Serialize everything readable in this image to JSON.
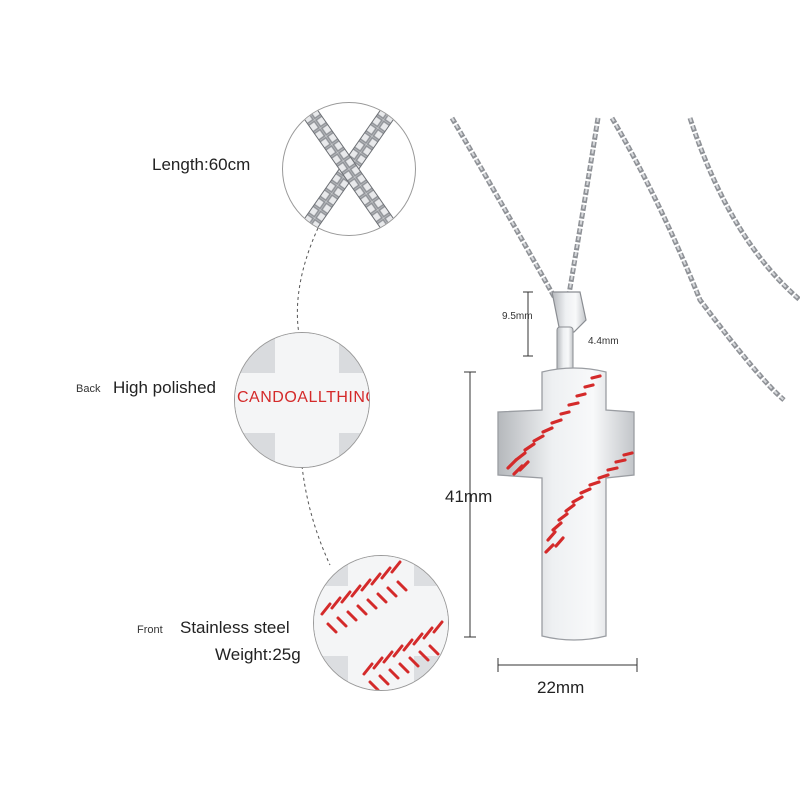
{
  "labels": {
    "length": "Length:60cm",
    "back_prefix": "Back",
    "back_text": "High polished",
    "front_prefix": "Front",
    "front_text": "Stainless steel",
    "weight": "Weight:25g"
  },
  "engraving": "CANDOALLTHING",
  "dimensions": {
    "bail_height": "9.5mm",
    "bail_width": "4.4mm",
    "cross_height": "41mm",
    "cross_width": "22mm"
  },
  "colors": {
    "stitch_red": "#d42a2a",
    "steel": "#c9ccd0",
    "dashed_line": "#555555"
  }
}
